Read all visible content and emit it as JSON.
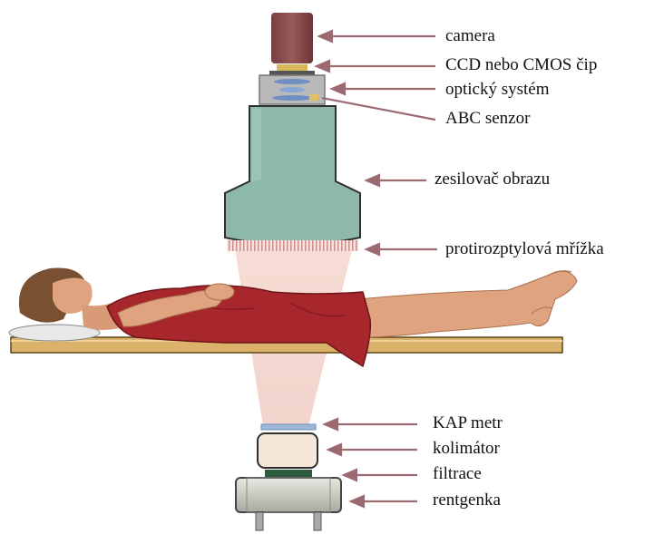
{
  "labels": {
    "camera": "camera",
    "sensor_chip": "CCD nebo CMOS čip",
    "optical_system": "optický systém",
    "abc_sensor": "ABC senzor",
    "image_intensifier": "zesilovač obrazu",
    "antiscatter_grid": "protirozptylová mřížka",
    "kap_meter": "KAP metr",
    "collimator": "kolimátor",
    "filtration": "filtrace",
    "xray_tube": "rentgenka"
  },
  "colors": {
    "arrow": "#9c6b72",
    "camera_body": "#8a4b4c",
    "intensifier": "#8fb8ad",
    "beam": "#f3d6cf",
    "table": "#d9b36a",
    "gown": "#a8272c",
    "skin": "#dfa37f",
    "hair": "#7a5032",
    "tube": "#cfcfc7",
    "collimator": "#f4e7da"
  }
}
